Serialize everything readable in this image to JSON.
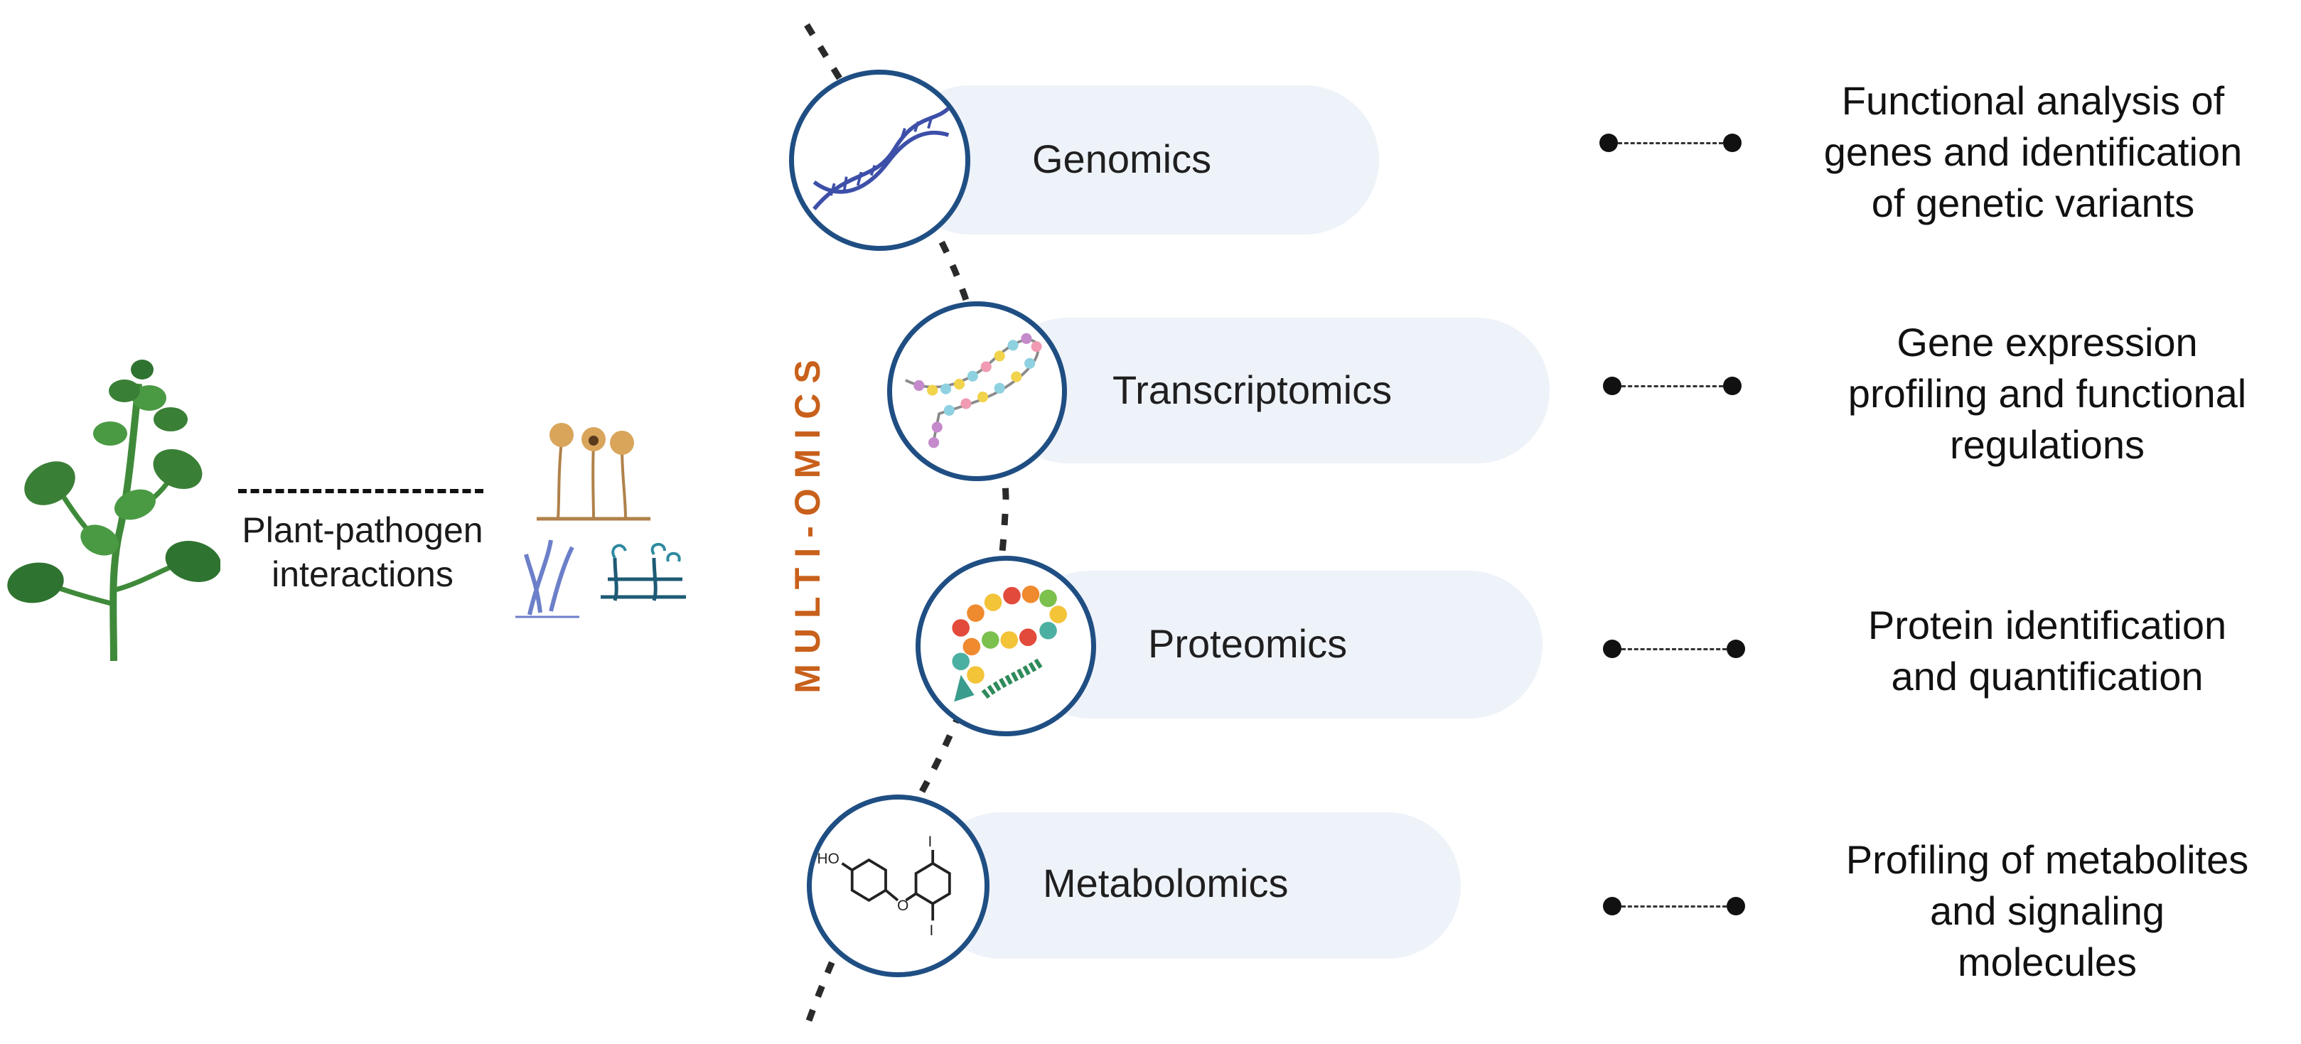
{
  "vertical_label": "MULTI-OMICS",
  "interaction": {
    "line1": "Plant-pathogen",
    "line2": "interactions"
  },
  "omics": [
    {
      "label": "Genomics",
      "icon": "dna-helix-icon",
      "description": [
        "Functional analysis of",
        "genes and identification",
        "of genetic variants"
      ]
    },
    {
      "label": "Transcriptomics",
      "icon": "rna-hairpin-icon",
      "description": [
        "Gene expression",
        "profiling and functional",
        "regulations"
      ]
    },
    {
      "label": "Proteomics",
      "icon": "protein-chain-icon",
      "description": [
        "Protein identification",
        "and quantification"
      ]
    },
    {
      "label": "Metabolomics",
      "icon": "molecule-structure-icon",
      "description": [
        "Profiling of metabolites",
        "and signaling",
        "molecules"
      ]
    }
  ],
  "molecule_labels": {
    "hydroxyl": "HO",
    "iodine_top": "I",
    "iodine_bottom": "I",
    "oxygen": "O"
  },
  "colors": {
    "accent_orange": "#c8601b",
    "circle_border": "#1f4e83",
    "pill_fill": "#eef2f9",
    "plant_green": "#3f8a3a"
  }
}
